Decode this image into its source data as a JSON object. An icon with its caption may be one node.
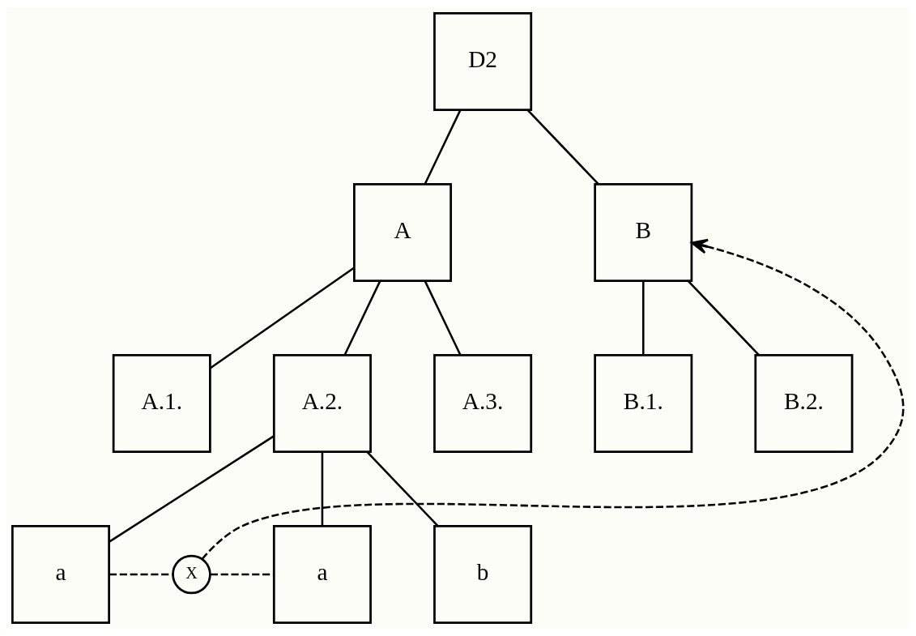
{
  "diagram": {
    "nodes": [
      {
        "text": [
          "D2"
        ]
      },
      {
        "text": [
          "A"
        ]
      },
      {
        "text": [
          "B"
        ]
      },
      {
        "text": [
          "A.1."
        ]
      },
      {
        "text": [
          "A.2."
        ]
      },
      {
        "text": [
          "A.3."
        ]
      },
      {
        "text": [
          "B.1."
        ]
      },
      {
        "text": [
          "B.2."
        ]
      },
      {
        "text": [
          "a"
        ]
      },
      {
        "text": [
          "X"
        ]
      },
      {
        "text": [
          "a"
        ]
      },
      {
        "text": [
          "b"
        ]
      }
    ],
    "edges": [
      {
        "from": 0,
        "to": 1,
        "arrow": "none"
      },
      {
        "from": 0,
        "to": 2,
        "arrow": "none"
      },
      {
        "from": 1,
        "to": 3,
        "arrow": "none"
      },
      {
        "from": 1,
        "to": 4,
        "arrow": "none"
      },
      {
        "from": 1,
        "to": 5,
        "arrow": "none"
      },
      {
        "from": 2,
        "to": 6,
        "arrow": "none"
      },
      {
        "from": 2,
        "to": 7,
        "arrow": "none"
      },
      {
        "from": 4,
        "to": 8,
        "arrow": "none"
      },
      {
        "from": 4,
        "to": 10,
        "arrow": "none"
      },
      {
        "from": 4,
        "to": 11,
        "arrow": "none"
      },
      {
        "from": 8,
        "to": 9,
        "arrow": "none",
        "style": "dashed"
      },
      {
        "from": 9,
        "to": 10,
        "arrow": "none",
        "style": "dashed"
      },
      {
        "from": 9,
        "to": 2,
        "arrow": "to",
        "style": "dashed"
      }
    ]
  }
}
